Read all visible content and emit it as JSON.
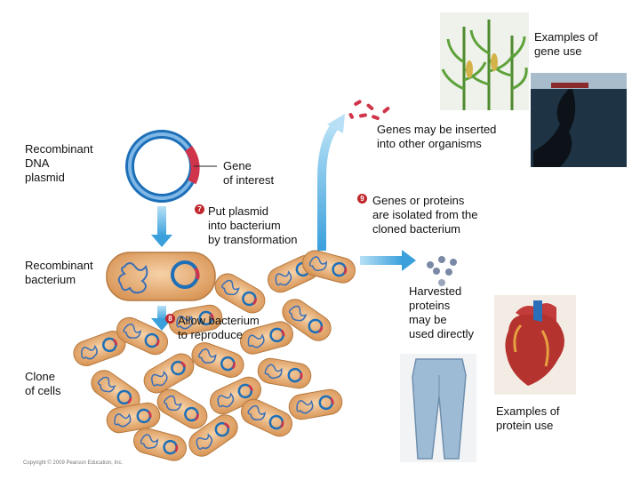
{
  "labels": {
    "recombinant_dna_plasmid": "Recombinant\nDNA\nplasmid",
    "gene_of_interest": "Gene\nof interest",
    "step7": "Put plasmid\ninto bacterium\nby transformation",
    "recombinant_bacterium": "Recombinant\nbacterium",
    "step8": "Allow bacterium\nto reproduce",
    "clone_of_cells": "Clone\nof cells",
    "genes_inserted": "Genes may be inserted\ninto other organisms",
    "step9": "Genes or proteins\nare isolated from the\ncloned bacterium",
    "harvested_proteins": "Harvested\nproteins\nmay be\nused directly",
    "examples_gene_use": "Examples of\ngene use",
    "examples_protein_use": "Examples of\nprotein use",
    "copyright": "Copyright © 2009 Pearson Education, Inc."
  },
  "steps": {
    "s7": "7",
    "s8": "8",
    "s9": "9"
  },
  "colors": {
    "arrow": "#3aa0dc",
    "bacterium": "#e9b27a",
    "plasmid": "#1d6fb8",
    "gene_insert": "#d0344a",
    "step_badge": "#c0272d"
  }
}
